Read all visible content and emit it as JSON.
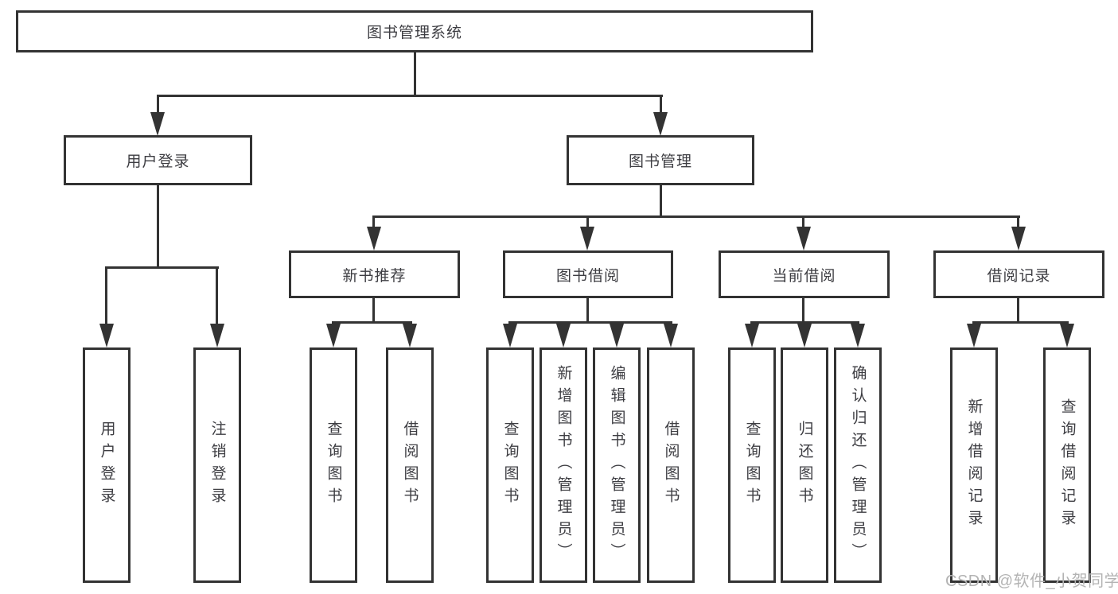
{
  "colors": {
    "line": "#333333",
    "text": "#3d3d42",
    "watermark": "#b3b3b3",
    "background": "#ffffff"
  },
  "watermark": {
    "text": "CSDN @软件_小贺同学"
  },
  "tree": {
    "root": {
      "label": "图书管理系统"
    },
    "branches": [
      {
        "label": "用户登录",
        "children": [
          {
            "label": "用户登录"
          },
          {
            "label": "注销登录"
          }
        ]
      },
      {
        "label": "图书管理",
        "children": [
          {
            "label": "新书推荐",
            "children": [
              {
                "label": "查询图书"
              },
              {
                "label": "借阅图书"
              }
            ]
          },
          {
            "label": "图书借阅",
            "children": [
              {
                "label": "查询图书"
              },
              {
                "label": "新增图书（管理员）"
              },
              {
                "label": "编辑图书（管理员）"
              },
              {
                "label": "借阅图书"
              }
            ]
          },
          {
            "label": "当前借阅",
            "children": [
              {
                "label": "查询图书"
              },
              {
                "label": "归还图书"
              },
              {
                "label": "确认归还（管理员）"
              }
            ]
          },
          {
            "label": "借阅记录",
            "children": [
              {
                "label": "新增借阅记录"
              },
              {
                "label": "查询借阅记录"
              }
            ]
          }
        ]
      }
    ]
  }
}
